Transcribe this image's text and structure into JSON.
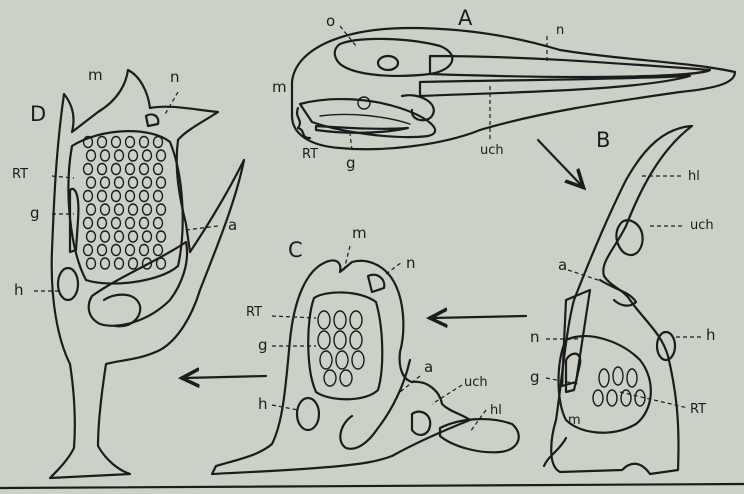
{
  "panels": {
    "A": {
      "letter": "A",
      "labels": {
        "o": "o",
        "n": "n",
        "m": "m",
        "RT": "RT",
        "g": "g",
        "uch": "uch"
      }
    },
    "B": {
      "letter": "B",
      "labels": {
        "hl": "hl",
        "uch": "uch",
        "a": "a",
        "h": "h",
        "n": "n",
        "g": "g",
        "RT": "RT",
        "m": "m"
      }
    },
    "C": {
      "letter": "C",
      "labels": {
        "m": "m",
        "n": "n",
        "RT": "RT",
        "g": "g",
        "a": "a",
        "uch": "uch",
        "h": "h",
        "hl": "hl"
      }
    },
    "D": {
      "letter": "D",
      "labels": {
        "m": "m",
        "n": "n",
        "RT": "RT",
        "g": "g",
        "a": "a",
        "h": "h"
      }
    }
  },
  "colors": {
    "paper": "#cbd1c6",
    "ink": "#1c1c1c"
  }
}
